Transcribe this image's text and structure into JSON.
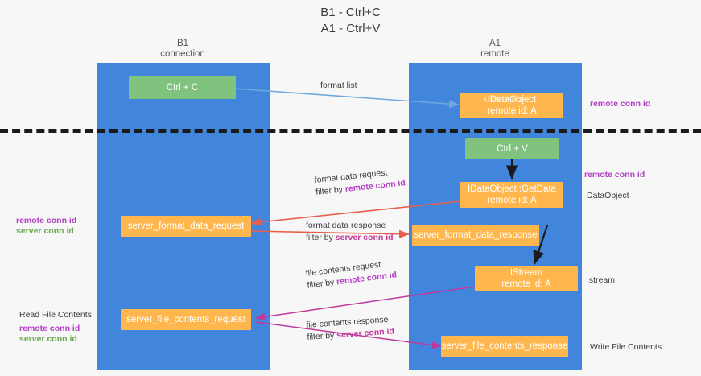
{
  "title": {
    "line1": "B1 - Ctrl+C",
    "line2": "A1 - Ctrl+V"
  },
  "columns": [
    {
      "name": "B1",
      "sub": "connection"
    },
    {
      "name": "A1",
      "sub": "remote"
    }
  ],
  "colors": {
    "lane": "#4285dd",
    "green_box": "#7fc37f",
    "orange_box": "#ffb74d",
    "remote_conn_id": "#b23fc4",
    "server_conn_id_green": "#6aa84f",
    "server_conn_id_magenta": "#c0399a",
    "arrow_blue": "#6fa8dc",
    "arrow_red": "#e8604c",
    "arrow_magenta": "#c0399a",
    "arrow_black": "#1a1a1a",
    "divider": "#1a1a1a",
    "background": "#f7f7f7"
  },
  "boxes": {
    "ctrl_c": {
      "label": "Ctrl + C"
    },
    "idataobject": {
      "line1": "IDataObject",
      "line2": "remote id: A",
      "ghost": "IDataObject"
    },
    "ctrl_v": {
      "label": "Ctrl + V"
    },
    "getdata": {
      "line1": "IDataObject::GetData",
      "line2": "remote id: A"
    },
    "server_format_data_request": {
      "label": "server_format_data_request"
    },
    "server_format_data_response": {
      "label": "server_format_data_response"
    },
    "istream": {
      "line1": "IStream",
      "line2": "remote id: A"
    },
    "server_file_contents_request": {
      "label": "server_file_contents_request"
    },
    "server_file_contents_response": {
      "label": "server_file_contents_response"
    }
  },
  "edges": {
    "format_list": {
      "label": "format list"
    },
    "format_data_request": {
      "label": "format data request",
      "filter_prefix": "filter by ",
      "filter_key": "remote conn id"
    },
    "format_data_response": {
      "label": "format data response",
      "filter_prefix": "filter by ",
      "filter_key": "server conn id"
    },
    "file_contents_request": {
      "label": "file contents request",
      "filter_prefix": "filter by ",
      "filter_key": "remote conn id"
    },
    "file_contents_response": {
      "label": "file contents response",
      "filter_prefix": "filter by ",
      "filter_key": "server conn id"
    }
  },
  "annotations": {
    "right_remote_conn_id_top": "remote conn id",
    "right_remote_conn_id_mid": "remote conn id",
    "right_dataobject": "DataObject",
    "right_istream": "Istream",
    "right_write_file_contents": "Write File Contents",
    "left_remote_conn_id": "remote conn id",
    "left_server_conn_id": "server conn id",
    "left_read_file_contents": "Read File Contents",
    "left_remote_conn_id_2": "remote conn id",
    "left_server_conn_id_2": "server conn id"
  }
}
